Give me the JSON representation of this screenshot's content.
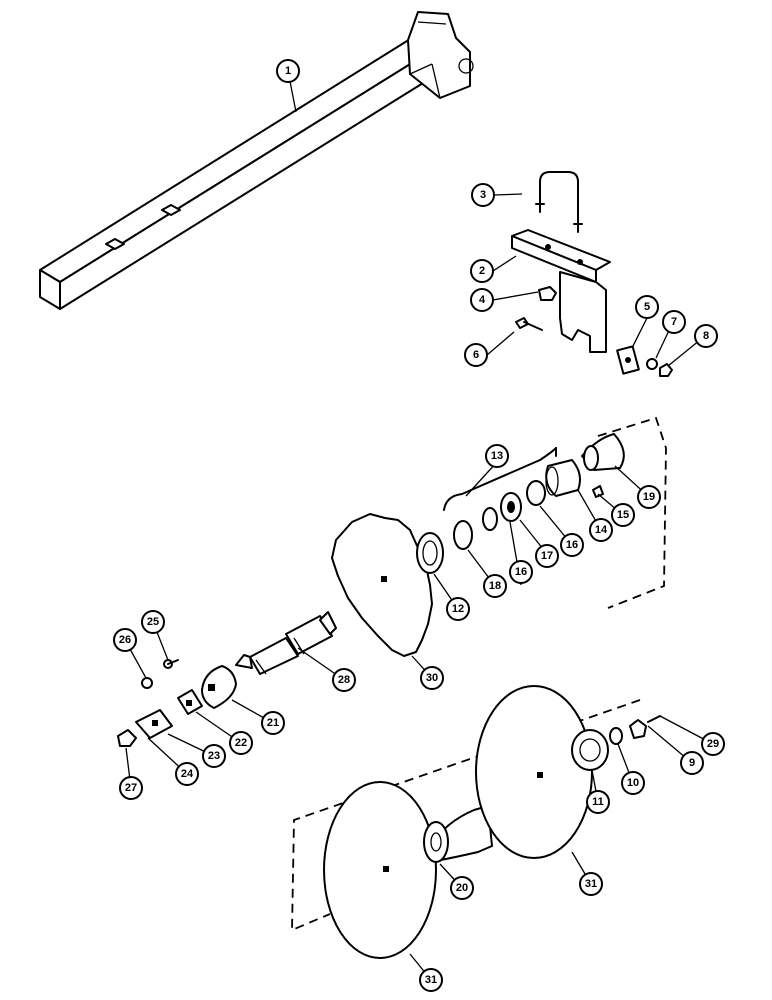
{
  "diagram": {
    "callouts": {
      "c1": "1",
      "c2": "2",
      "c3": "3",
      "c4": "4",
      "c5": "5",
      "c6": "6",
      "c7": "7",
      "c8": "8",
      "c9": "9",
      "c10": "10",
      "c11": "11",
      "c12": "12",
      "c13": "13",
      "c14": "14",
      "c15": "15",
      "c16a": "16",
      "c16b": "16",
      "c17": "17",
      "c18": "18",
      "c19": "19",
      "c20": "20",
      "c21": "21",
      "c22": "22",
      "c23": "23",
      "c24": "24",
      "c25": "25",
      "c26": "26",
      "c27": "27",
      "c28": "28",
      "c29": "29",
      "c30": "30",
      "c31a": "31",
      "c31b": "31"
    }
  }
}
